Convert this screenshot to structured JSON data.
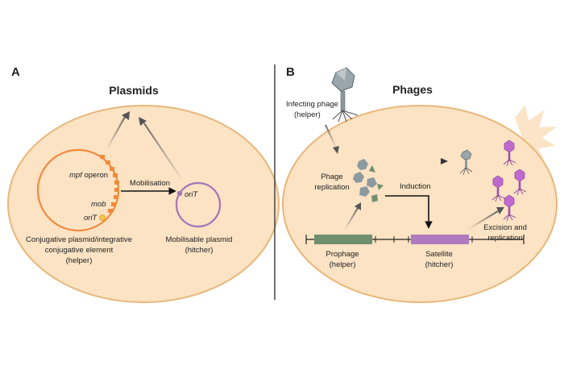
{
  "panel_a": {
    "letter": "A",
    "title": "Plasmids",
    "mpf_label": "mpf",
    "operon_label": " operon",
    "mob_label": "mob",
    "orit_label": "oriT",
    "mobilisation_label": "Mobilisation",
    "hitcher_orit_label": "oriT",
    "helper_label": {
      "line1": "Conjugative plasmid/integrative",
      "line2": "conjugative element",
      "line3": "(helper)"
    },
    "hitcher_label": {
      "line1": "Mobilisable plasmid",
      "line2": "(hitcher)"
    }
  },
  "panel_b": {
    "letter": "B",
    "title": "Phages",
    "infecting_label": {
      "line1": "Infecting phage",
      "line2": "(helper)"
    },
    "replication_label": {
      "line1": "Phage",
      "line2": "replication"
    },
    "induction_label": "Induction",
    "prophage_label": {
      "line1": "Prophage",
      "line2": "(helper)"
    },
    "satellite_label": {
      "line1": "Satellite",
      "line2": "(hitcher)"
    },
    "excision_label": {
      "line1": "Excision and",
      "line2": "replication"
    }
  },
  "colors": {
    "cell_fill": "#fbe3c4",
    "cell_stroke": "#e8b77a",
    "helper_plasmid": "#f08a3c",
    "hitcher_plasmid": "#a474b8",
    "prophage": "#6f8f6f",
    "satellite": "#b07abf",
    "phage_grey": "#8c9aa0",
    "phage_purple": "#c06ad0"
  }
}
